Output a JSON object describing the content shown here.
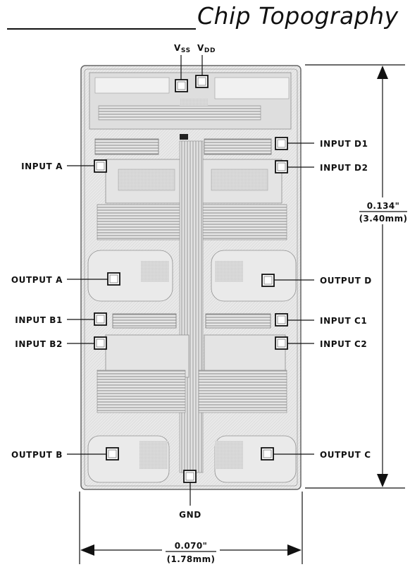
{
  "title": "Chip Topography",
  "power_labels": {
    "vss_main": "V",
    "vss_sub": "SS",
    "vdd_main": "V",
    "vdd_sub": "DD"
  },
  "pins": {
    "input_a": "INPUT A",
    "input_d1": "INPUT D1",
    "input_d2": "INPUT D2",
    "output_a": "OUTPUT A",
    "output_d": "OUTPUT D",
    "input_b1": "INPUT B1",
    "input_c1": "INPUT C1",
    "input_b2": "INPUT B2",
    "input_c2": "INPUT C2",
    "output_b": "OUTPUT B",
    "output_c": "OUTPUT C",
    "gnd": "GND"
  },
  "dimensions": {
    "height_in": "0.134\"",
    "height_mm": "(3.40mm)",
    "width_in": "0.070\"",
    "width_mm": "(1.78mm)"
  }
}
